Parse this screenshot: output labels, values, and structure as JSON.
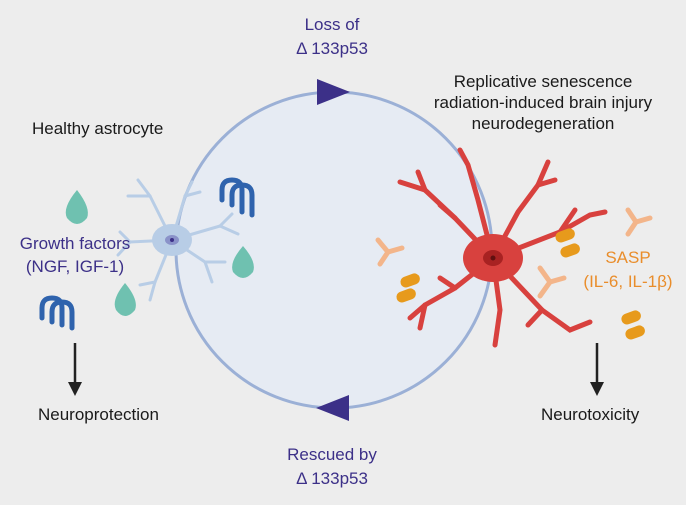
{
  "top_label": {
    "line1": "Loss of",
    "line2": "Δ 133p53"
  },
  "bottom_label": {
    "line1": "Rescued by",
    "line2": "Δ 133p53"
  },
  "healthy_title": "Healthy astrocyte",
  "growth_factors": {
    "line1": "Growth factors",
    "line2": "(NGF, IGF-1)"
  },
  "neuroprotection": "Neuroprotection",
  "senescence": {
    "line1": "Replicative senescence",
    "line2": "radiation-induced brain injury",
    "line3": "neurodegeneration"
  },
  "sasp": {
    "line1": "SASP",
    "line2": "(IL-6, IL-1β)"
  },
  "neurotoxicity": "Neurotoxicity",
  "colors": {
    "circle_fill": "#e6ebf3",
    "circle_stroke": "#9bb0d6",
    "arrowhead": "#3c3088",
    "healthy_cell": "#b8cde6",
    "senescent_cell": "#d8413e",
    "growth_factor_drop": "#6fc1b0",
    "receptor": "#2f63ad",
    "sasp_orange": "#e79a1c",
    "sasp_peach": "#f3b58a"
  }
}
